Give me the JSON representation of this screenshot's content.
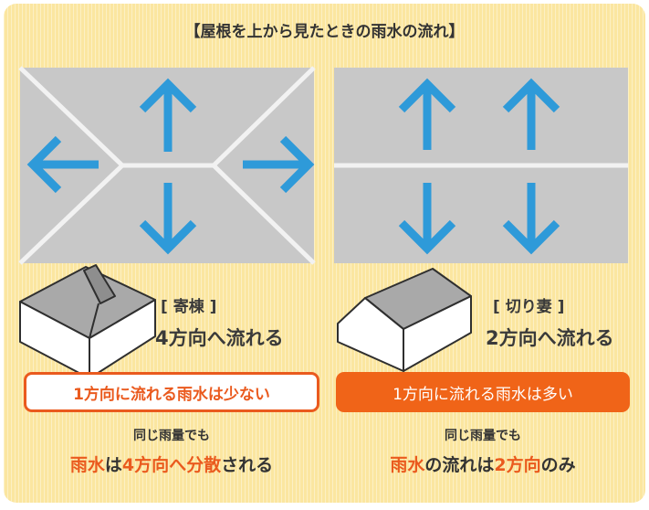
{
  "title": "【屋根を上から見たときの雨水の流れ】",
  "colors": {
    "background": "#fbe6a0",
    "roof": "#c8c8c8",
    "ridge": "#f2f2f2",
    "arrow": "#2e9ad9",
    "accent": "#ea5a1e",
    "text": "#333333"
  },
  "hipped": {
    "name": "[ 寄棟 ]",
    "flow": "4方向へ流れる",
    "flow_box": "1方向に流れる雨水は少ない",
    "note": "同じ雨量でも",
    "conclusion": {
      "part1": "雨水",
      "part2": "は",
      "part3": "4方向へ分散",
      "part4": "される"
    }
  },
  "gable": {
    "name": "[ 切り妻 ]",
    "flow": "2方向へ流れる",
    "flow_box": "1方向に流れる雨水は多い",
    "note": "同じ雨量でも",
    "conclusion": {
      "part1": "雨水",
      "part2": "の流れは",
      "part3": "2方向",
      "part4": "のみ"
    }
  }
}
